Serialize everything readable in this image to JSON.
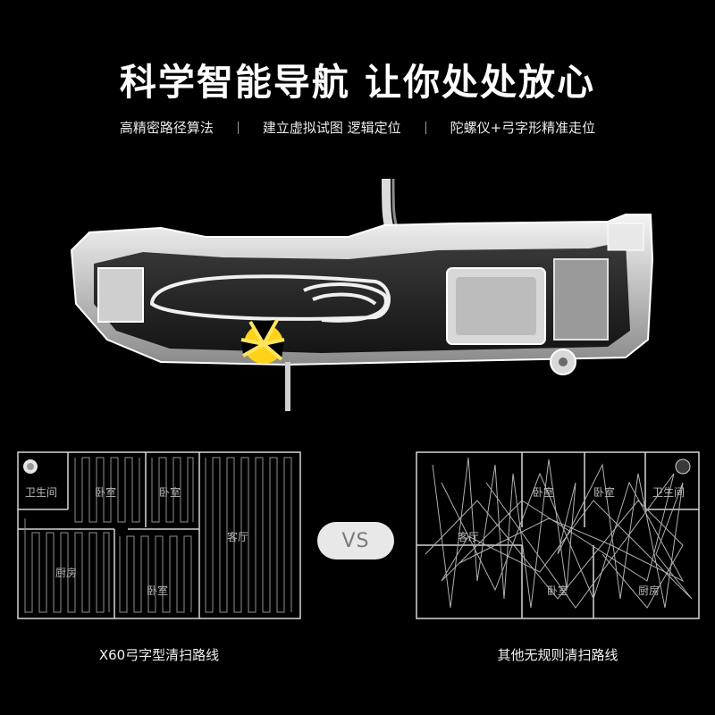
{
  "headline": "科学智能导航 让你处处放心",
  "features": [
    "高精密路径算法",
    "建立虚拟试图 逻辑定位",
    "陀螺仪+弓字形精准走位"
  ],
  "left_plan": {
    "rooms": {
      "bathroom": "卫生间",
      "bedroom_1": "卧室",
      "bedroom_2": "卧室",
      "living": "客厅",
      "kitchen": "厨房",
      "bedroom_3": "卧室"
    },
    "caption": "X60弓字型清扫路线"
  },
  "vs_label": "VS",
  "right_plan": {
    "rooms": {
      "bedroom_1": "卧室",
      "bedroom_2": "卧室",
      "bathroom": "卫生间",
      "living": "客厅",
      "bedroom_3": "卧室",
      "kitchen": "厨房"
    },
    "caption": "其他无规则清扫路线"
  },
  "colors": {
    "background": "#000000",
    "brush": "#ffd21a",
    "path": "#c8c8c8"
  }
}
